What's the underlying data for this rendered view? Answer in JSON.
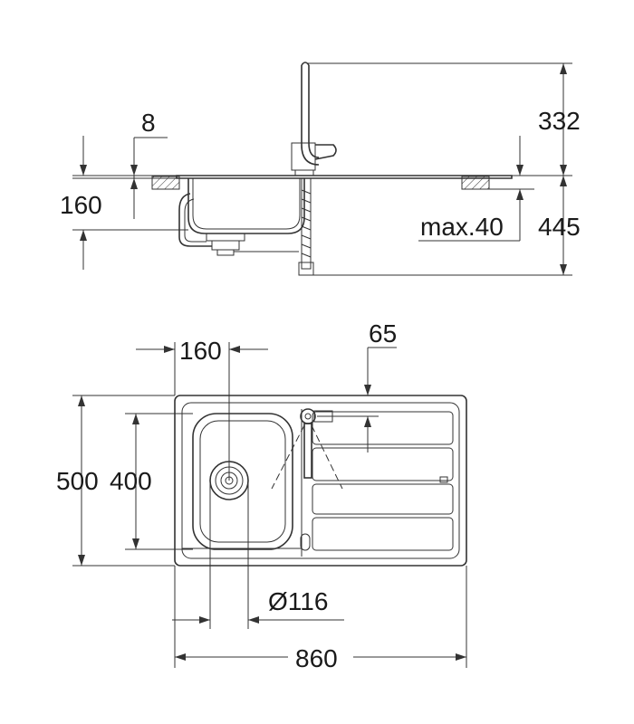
{
  "side_view": {
    "dims": {
      "faucet_height": "332",
      "ledge_thickness": "8",
      "bowl_depth": "160",
      "worktop_max": "max.40",
      "total_below": "445"
    }
  },
  "top_view": {
    "dims": {
      "drain_offset": "160",
      "tap_hole_offset": "65",
      "total_depth": "500",
      "bowl_depth": "400",
      "drain_diameter": "Ø116",
      "total_width": "860"
    }
  },
  "colors": {
    "line": "#333333",
    "text": "#1a1a1a",
    "background": "#ffffff"
  }
}
